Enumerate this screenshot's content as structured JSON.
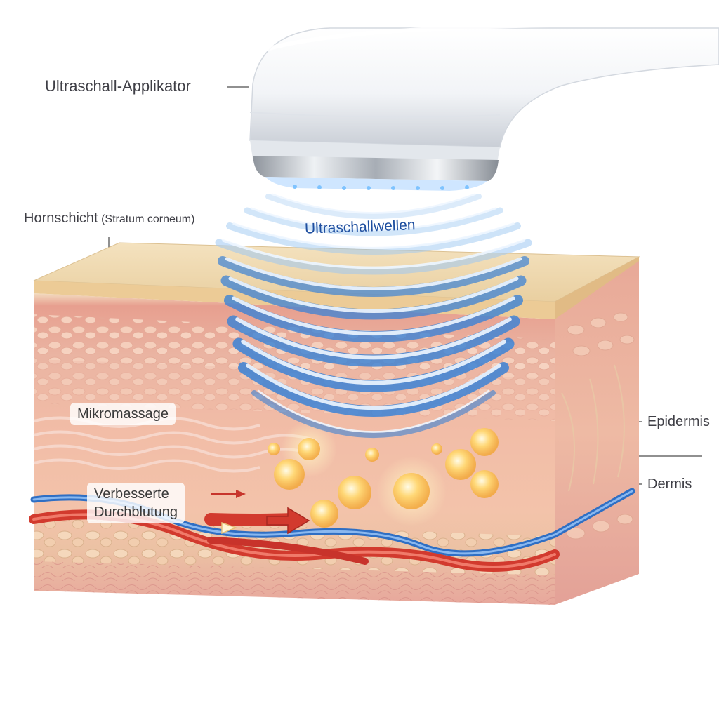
{
  "labels": {
    "applicator": "Ultraschall-Applikator",
    "stratum_main": "Hornschicht",
    "stratum_latin": "(Stratum corneum)",
    "waves": "Ultraschallwellen",
    "micromassage": "Mikromassage",
    "circulation_line1": "Verbesserte",
    "circulation_line2": "Durchblutung",
    "epidermis": "Epidermis",
    "dermis": "Dermis"
  },
  "icons": [
    "ultrasound-applicator-icon",
    "ultrasound-wave-icon",
    "skin-block-icon",
    "blood-vessel-icon",
    "energy-bubble-icon",
    "arrow-right-icon"
  ],
  "colors": {
    "wave_blue": "#3b82d6",
    "artery_red": "#d23a2e",
    "vein_blue": "#2f6fc4",
    "skin_top": "#efd9b0",
    "epidermis_pink": "#e9a494",
    "dermis_pink": "#f0b9a6",
    "bubble_gold": "#f7c04a"
  }
}
